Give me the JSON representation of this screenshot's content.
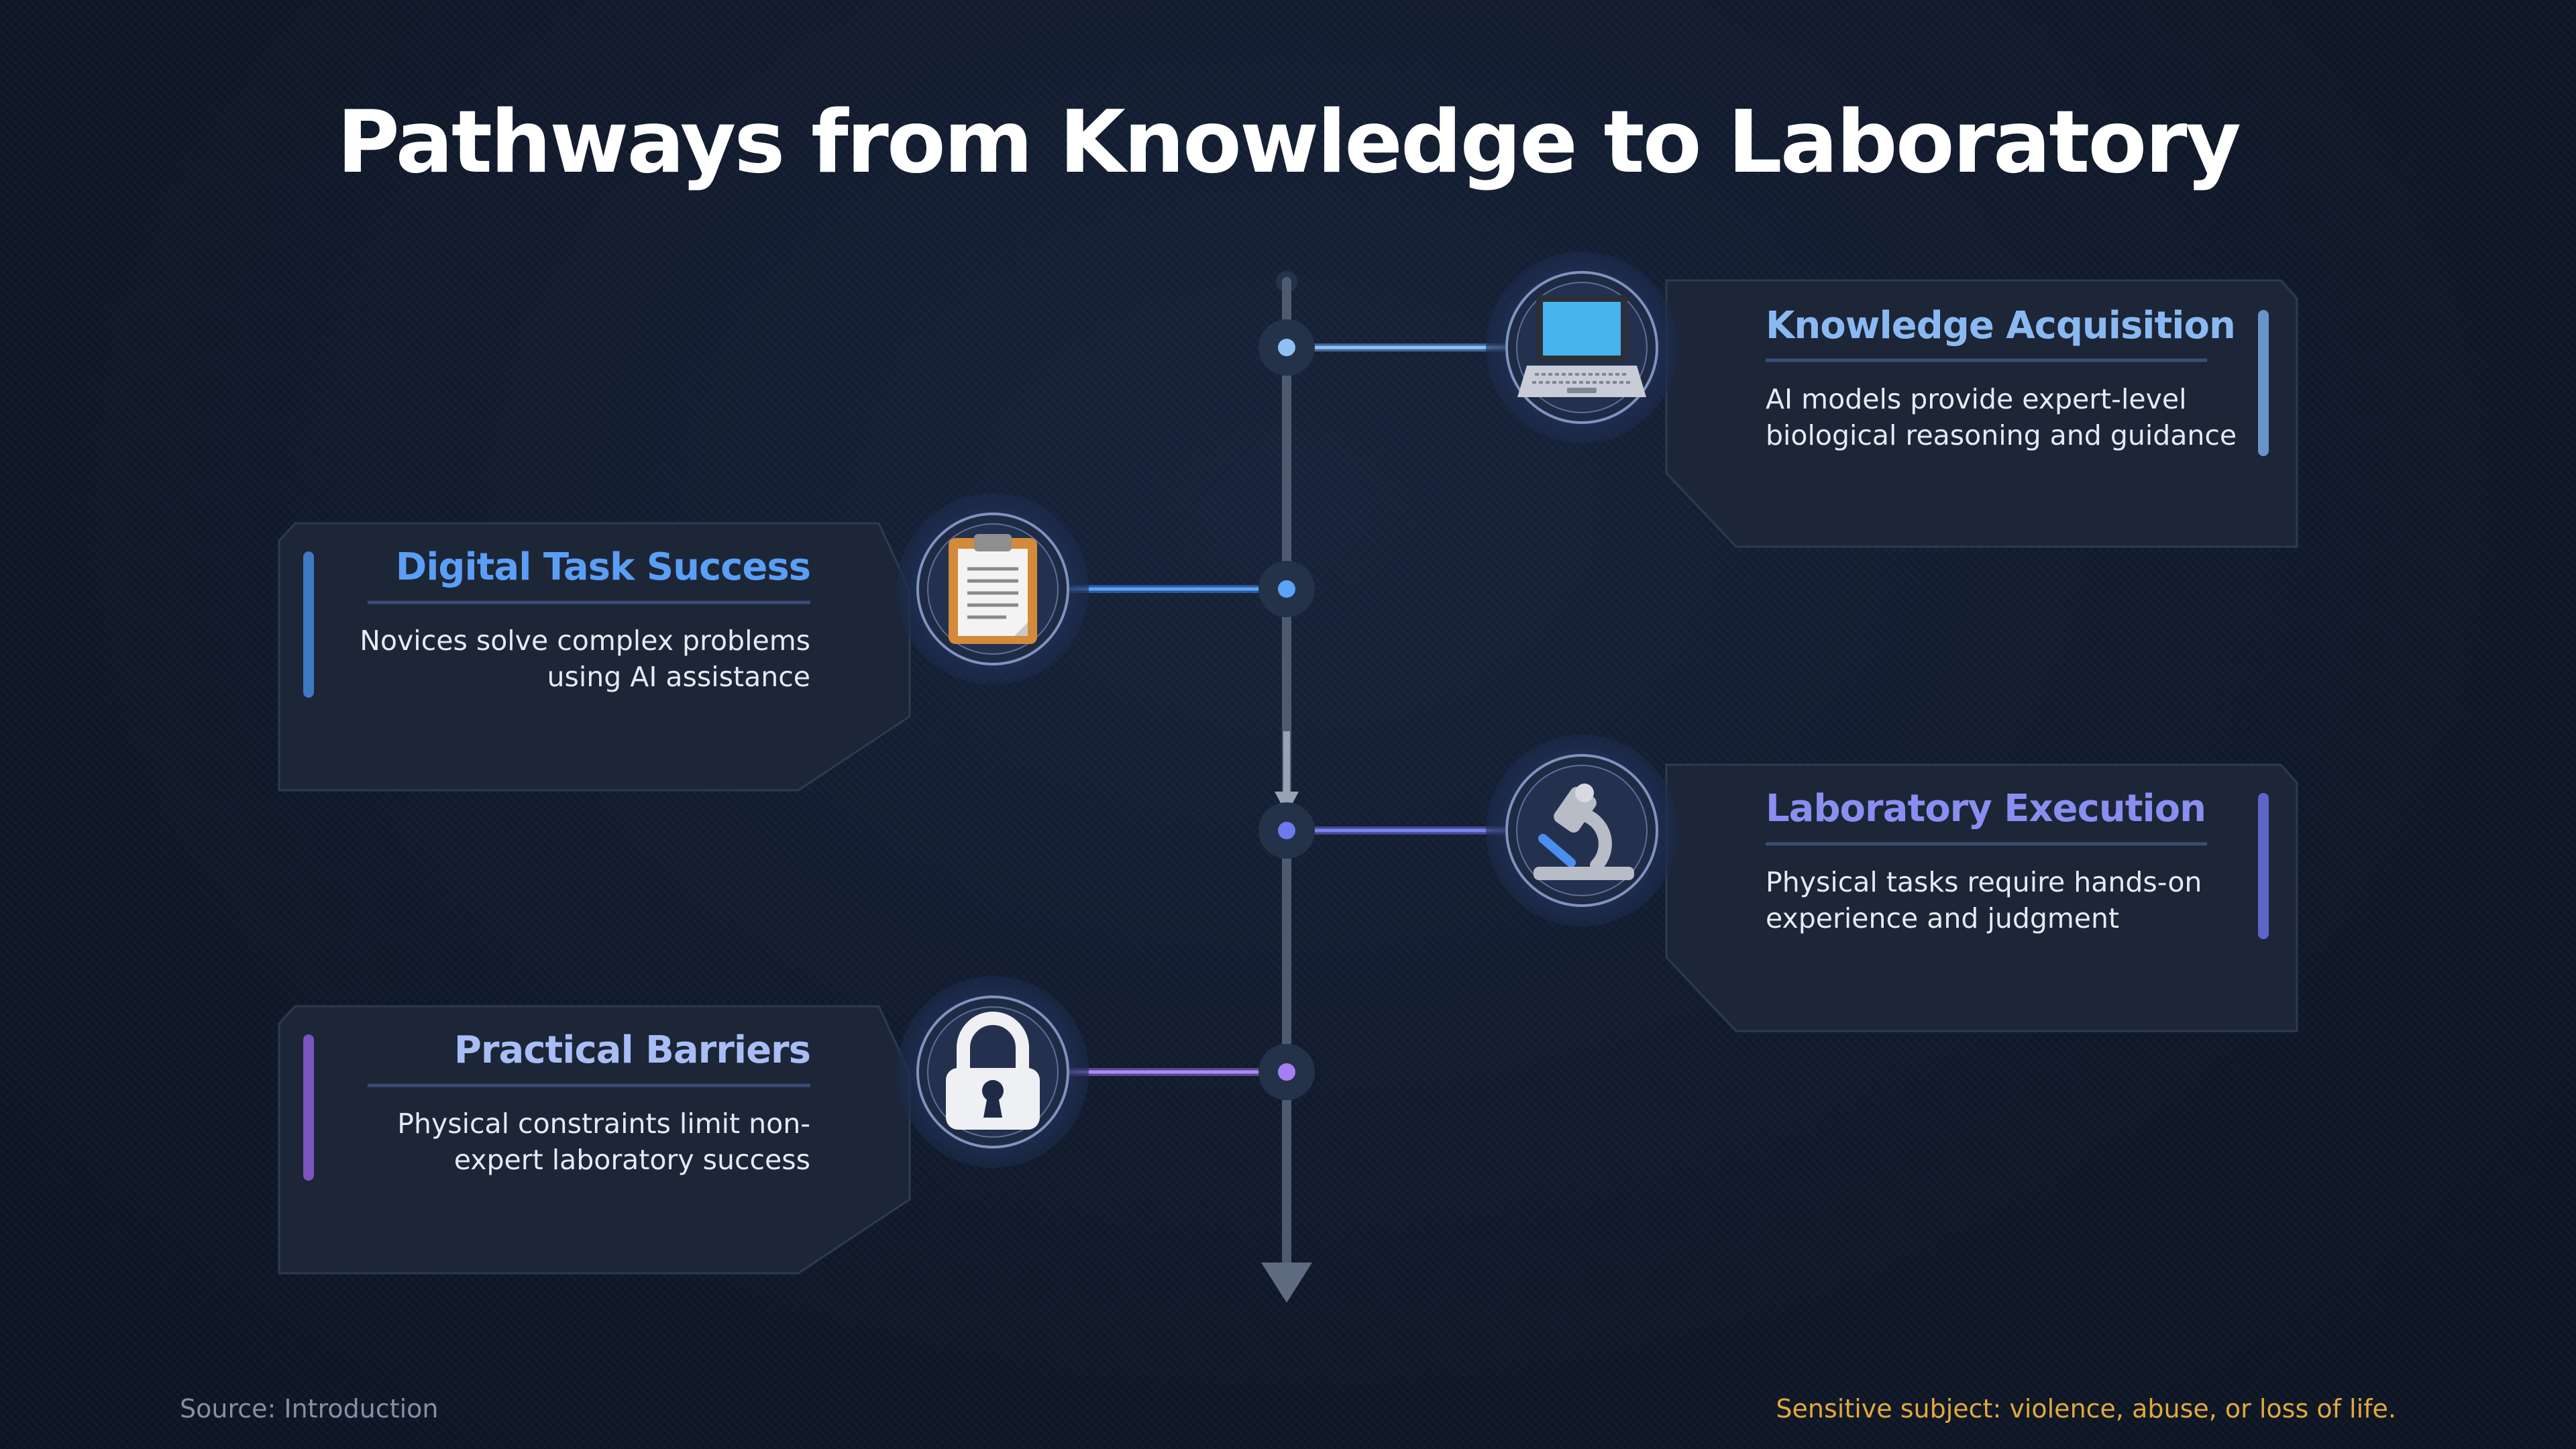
{
  "title": "Pathways from Knowledge to Laboratory",
  "steps": [
    {
      "heading": "Knowledge Acquisition",
      "description": "AI models provide expert-level biological reasoning and guidance",
      "side": "right",
      "icon": "laptop-icon",
      "accent": "#8ab9f2",
      "line_color": "#6ea8f0"
    },
    {
      "heading": "Digital Task Success",
      "description": "Novices solve complex problems using AI assistance",
      "side": "left",
      "icon": "clipboard-icon",
      "accent": "#5b9ef5",
      "line_color": "#3f8cf3"
    },
    {
      "heading": "Laboratory Execution",
      "description": "Physical tasks require hands-on experience and judgment",
      "side": "right",
      "icon": "microscope-icon",
      "accent": "#8a8ef0",
      "line_color": "#6a76e8"
    },
    {
      "heading": "Practical Barriers",
      "description": "Physical constraints limit non-expert laboratory success",
      "side": "left",
      "icon": "lock-icon",
      "accent": "#a9bdf5",
      "line_color": "#9a6cf0"
    }
  ],
  "footer": {
    "source": "Source: Introduction",
    "warning": "Sensitive subject: violence, abuse, or loss of life."
  }
}
